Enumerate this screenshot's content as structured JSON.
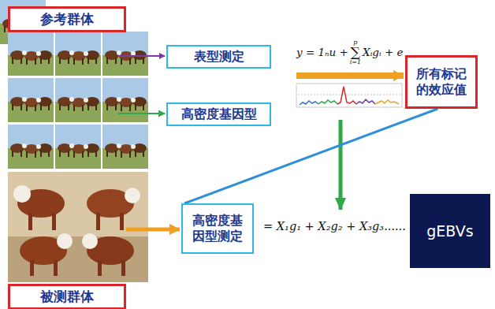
{
  "diagram": {
    "nodes": [
      {
        "text": [
          "参考群体"
        ]
      },
      {
        "text": [
          "表型测定"
        ]
      },
      {
        "text": [
          "高密度基因型"
        ]
      },
      {
        "text": [
          "所有标记的效应值"
        ]
      },
      {
        "text": [
          "高密度基因型测定"
        ]
      },
      {
        "text": [
          "gEBVs"
        ]
      },
      {
        "text": [
          "被测群体"
        ]
      }
    ],
    "edges": [
      {
        "from": 3,
        "to": 4,
        "arrow": "none"
      }
    ],
    "labels": [
      "y = 1ₙu +",
      "p",
      "∑",
      "i=1",
      "Xᵢgᵢ + e",
      "= X₁g₁ + X₂g₂ + X₃g₃......"
    ]
  }
}
